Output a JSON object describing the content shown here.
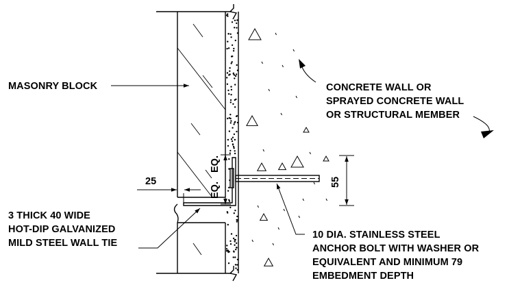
{
  "labels": {
    "masonry": "MASONRY BLOCK",
    "concrete_line1": "CONCRETE WALL OR",
    "concrete_line2": "SPRAYED CONCRETE WALL",
    "concrete_line3": "OR STRUCTURAL MEMBER",
    "tie_line1": "3 THICK 40 WIDE",
    "tie_line2": "HOT-DIP GALVANIZED",
    "tie_line3": "MILD STEEL WALL TIE",
    "bolt_line1": "10 DIA. STAINLESS STEEL",
    "bolt_line2": "ANCHOR BOLT WITH WASHER OR",
    "bolt_line3": "EQUIVALENT AND MINIMUM 79",
    "bolt_line4": "EMBEDMENT DEPTH"
  },
  "dimensions": {
    "gap": "25",
    "bolt_spacing": "55",
    "eq_upper": "EQ.",
    "eq_lower": "EQ."
  },
  "colors": {
    "line": "#000000",
    "background": "#ffffff"
  }
}
